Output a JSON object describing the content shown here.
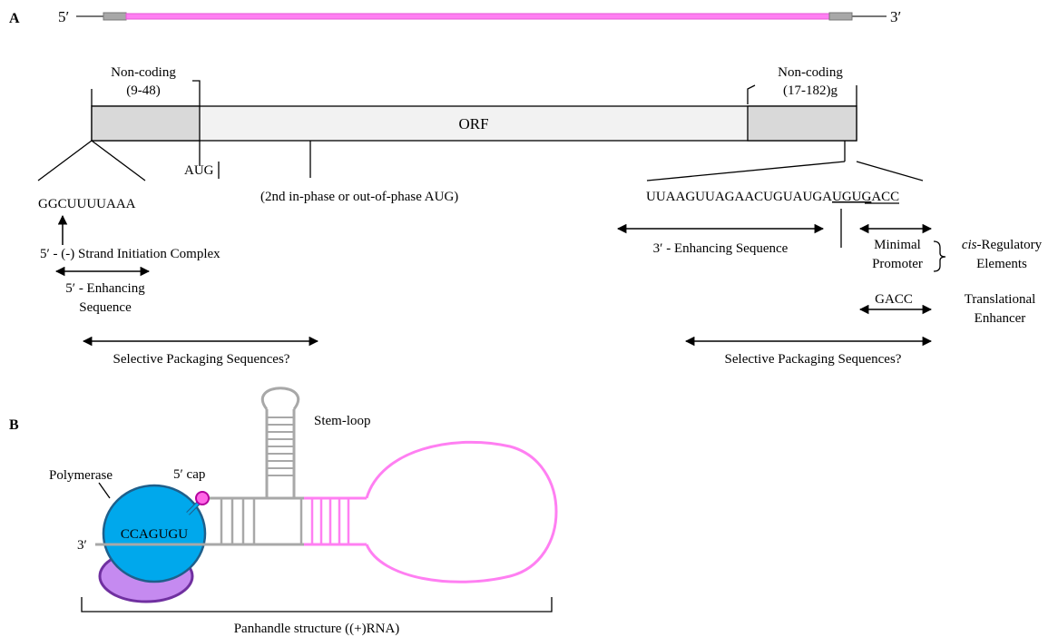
{
  "panel_a": {
    "label": "A",
    "five_prime": "5′",
    "three_prime": "3′",
    "noncoding_left": {
      "title": "Non-coding",
      "range": "(9-48)"
    },
    "noncoding_right": {
      "title": "Non-coding",
      "range": "(17-182)g"
    },
    "orf": "ORF",
    "aug": "AUG",
    "alt_aug": "(2nd in-phase or out-of-phase AUG)",
    "left_sequence": "GGCUUUUAAA",
    "initiation_complex": "5′ - (-) Strand Initiation Complex",
    "enhancing_5": {
      "line1": "5′ - Enhancing",
      "line2": "Sequence"
    },
    "selective_packaging_left": "Selective Packaging Sequences?",
    "right_sequence": {
      "part1": "UUAAGUUAGAACUGUAUGA",
      "underlined": "UGUG",
      "part2": "ACC"
    },
    "enhancing_3": "3′ - Enhancing Sequence",
    "minimal_promoter": {
      "line1": "Minimal",
      "line2": "Promoter"
    },
    "cis_regulatory": {
      "italic": "cis",
      "rest": "-Regulatory",
      "line2": "Elements"
    },
    "gacc": "GACC",
    "translational_enhancer": {
      "line1": "Translational",
      "line2": "Enhancer"
    },
    "selective_packaging_right": "Selective Packaging Sequences?"
  },
  "panel_b": {
    "label": "B",
    "polymerase": "Polymerase",
    "cap": "5′ cap",
    "stem_loop": "Stem-loop",
    "sequence": "CCAGUGU",
    "three_prime": "3′",
    "panhandle": "Panhandle structure ((+)RNA)"
  },
  "colors": {
    "rna_pink": "#ff7ff2",
    "utr_grey": "#a8a8a8",
    "region_grey": "#d9d9d9",
    "orf_fill": "#f2f2f2",
    "polymerase_blue": "#00a8ec",
    "polymerase_edge": "#1f5f8b",
    "subunit_purple": "#c58af0",
    "subunit_edge": "#7030a0",
    "cap_pink": "#ff66e6",
    "cap_edge": "#b4009e"
  }
}
